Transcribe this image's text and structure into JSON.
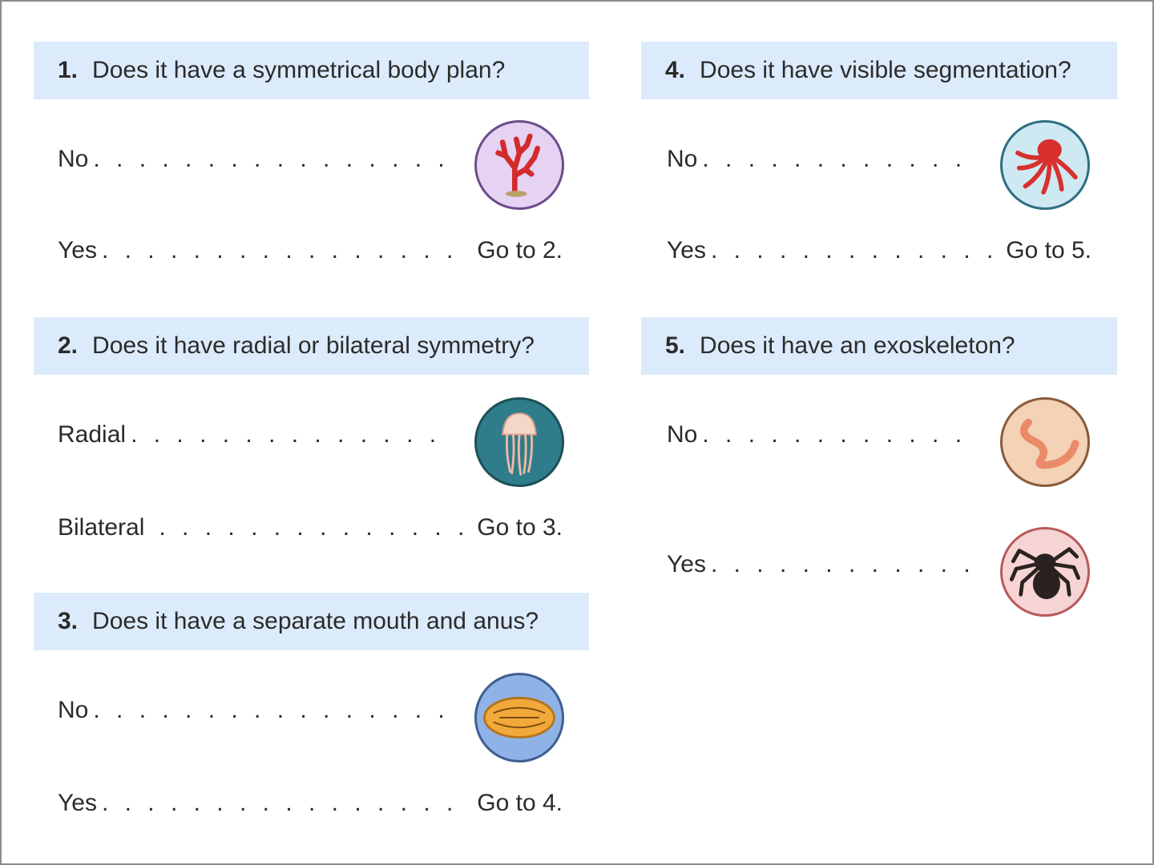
{
  "questions": [
    {
      "number": "1.",
      "text": "Does it have a symmetrical body plan?",
      "options": [
        {
          "label": "No",
          "icon": "coral-icon"
        },
        {
          "label": "Yes",
          "goto": "Go to 2."
        }
      ]
    },
    {
      "number": "2.",
      "text": "Does it have radial or bilateral symmetry?",
      "options": [
        {
          "label": "Radial",
          "icon": "jellyfish-icon"
        },
        {
          "label": "Bilateral",
          "goto": "Go to 3."
        }
      ]
    },
    {
      "number": "3.",
      "text": "Does it have a separate mouth and anus?",
      "options": [
        {
          "label": "No",
          "icon": "flatworm-icon"
        },
        {
          "label": "Yes",
          "goto": "Go to 4."
        }
      ]
    },
    {
      "number": "4.",
      "text": "Does it have visible segmentation?",
      "options": [
        {
          "label": "No",
          "icon": "octopus-icon"
        },
        {
          "label": "Yes",
          "goto": "Go to 5."
        }
      ]
    },
    {
      "number": "5.",
      "text": "Does it have an exoskeleton?",
      "options": [
        {
          "label": "No",
          "icon": "earthworm-icon"
        },
        {
          "label": "Yes",
          "icon": "tarantula-icon"
        }
      ]
    }
  ],
  "colors": {
    "header_bg": "#dcebfb",
    "coral_bg": "#e6d2f2",
    "jellyfish_bg": "#2f7d8a",
    "flatworm_bg": "#8fb3e6",
    "octopus_bg": "#cfe9f2",
    "earthworm_bg": "#f3d2b6",
    "tarantula_bg": "#f6d4d4"
  }
}
